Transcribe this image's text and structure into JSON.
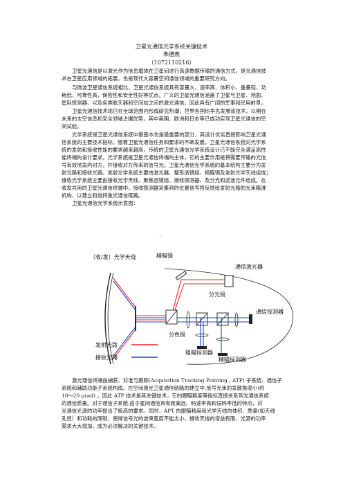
{
  "header": {
    "title": "卫星光通信光学系统关键技术",
    "author": "朱德燕",
    "student_id": "（1072110216）"
  },
  "paragraphs_top": [
    [
      "卫星光通信是以激光作为信息载体在卫星间进行高速数据传输的通信方式，是光通信技",
      "术在卫星应用领域的拓展，也是现代大容量空间通信领域的重要研究方向。"
    ],
    [
      "与微波卫星通信系统相比，卫星光通信系统具有容量大、速率高、体积小、重量轻、功",
      "耗低、可靠性高，保密性和安全性好等优点。广义的卫星光通信涵盖了卫星与卫星、地面、",
      "星际探测器、以及各类航天器和空间站之间的激光通信，因此具有广阔的军事和民用前景。"
    ],
    [
      "卫星光通信技术现已在全球范围内形成研究热潮，世界各国均争先发展该技术，以期在",
      "未来的太空信息和安全领域占据优势，其中美国、欧洲和日本等已成功实现卫星光通信的空",
      "间试验。"
    ],
    [
      "光学系统是卫星光通信系统中最基本也是最重要的部分，其设计优劣直接影响卫星光通",
      "信系统的主要技术指标。随着卫星光通信任务和要求的不断发展，卫星光通信系统对光学系",
      "统的发射和接收性能的要求越来越高，传统的卫星光通信光学系统设计已不能完全满足高性",
      "能终端的设计要求。光学系统是卫星光通信终端的主体，它的主要作用是将需要传输的光信",
      "号有效地发向对方，并接收对方传来的信号光。卫星光通信光学系统的基本结构主要分为发",
      "射光路和接收光路。发射光学系统主要由激光器、整形透镜组、精瞄镜及发射光学天线组成；",
      "接收光学系统主要由接收光学天线、聚焦透镜组、接收探测器、及分光和滤波元件组成。在",
      "收发共用的卫星光通信终端中，接收探测器采集到的位置信号将反馈给发射光路的光束瞄准",
      "机构，以建立和维持激光通信链路。"
    ],
    [
      "卫星光通信光学系统示意图："
    ]
  ],
  "diagram": {
    "labels": {
      "antenna": "（收/发）光学天线",
      "fine_mirror": "精瞄镜",
      "comm_laser": "通信激光器",
      "splitter": "分光镜",
      "dichroic": "分色镜",
      "comm_detector": "通信探测器",
      "tx_path": "发射光路",
      "rx_path": "接收光路",
      "coarse_detector": "粗瞄探测器",
      "fine_detector": "精瞄探测器"
    },
    "colors": {
      "transmit": "#e8262a",
      "receive": "#1f3fd0",
      "optics": "#222222"
    }
  },
  "paragraphs_bottom": [
    [
      "激光通信终端由捕获、对准与跟踪(Acquisition Tracking Pointing , ATP) 子系统、通信子",
      "系统和辅助功能子系统构成。在空间激光卫星通信链路的建立中,信号光束的发散角很小(约",
      "10～20 μrad) ，因此 ATP 技术是其关键技术，它的跟瞄精度等指标直接关系到光通信系统",
      "的通信质量。对于通信子系统,由于星间通信具有距离远、码速率高和误码率低的特点，对",
      "光通信光源的功率提出了极高的要求。同时，APT 的跟瞄精度和光学天线的体积、质量(如天线",
      "孔径）和功耗的限制，使得信号光的波束宽度不能太小，接收天线的增益有限，光源的功率",
      "需求大大增加，成为必须解决的关键技术。"
    ]
  ]
}
